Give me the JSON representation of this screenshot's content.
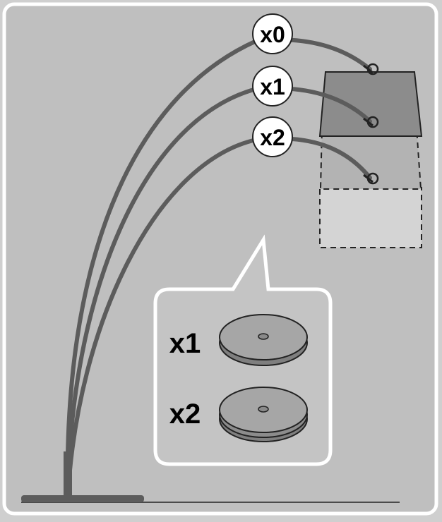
{
  "colors": {
    "background": "#bfbfbf",
    "frame": "#ffffff",
    "arc": "#5c5c5c",
    "shade_solid": "#8c8c8c",
    "shade_mid": "#b3b3b3",
    "shade_light": "#d4d4d4",
    "disc": "#a6a6a6"
  },
  "arcs": [
    {
      "label": "x0"
    },
    {
      "label": "x1"
    },
    {
      "label": "x2"
    }
  ],
  "callout": {
    "weights": [
      {
        "label": "x1",
        "icon": "weight-disc-icon"
      },
      {
        "label": "x2",
        "icon": "double-weight-disc-icon"
      }
    ]
  }
}
